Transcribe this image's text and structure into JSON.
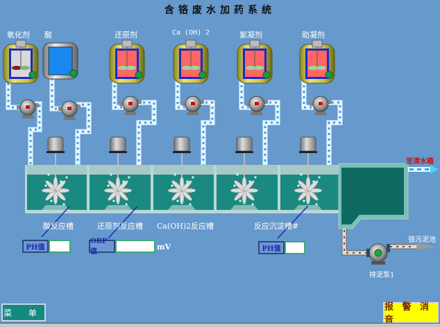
{
  "title": "含铬废水加药系统",
  "dosing_tanks": [
    {
      "label": "氧化剂",
      "type": "agitated",
      "liquid_color": "#d0d0d0"
    },
    {
      "label": "酸",
      "type": "plain",
      "liquid_color": "#1a88ee"
    },
    {
      "label": "还原剂",
      "type": "agitated",
      "liquid_color": "#ff6666"
    },
    {
      "label": "Ca (OH) 2",
      "type": "agitated",
      "liquid_color": "#ff6666"
    },
    {
      "label": "絮凝剂",
      "type": "agitated",
      "liquid_color": "#ff6666"
    },
    {
      "label": "助凝剂",
      "type": "agitated",
      "liquid_color": "#ff6666"
    }
  ],
  "reaction_tanks": [
    {
      "label": "酸反应槽"
    },
    {
      "label": "还原剂反应槽"
    },
    {
      "label": "Ca(OH)2反应槽"
    },
    {
      "label": "反应沉淀槽#"
    }
  ],
  "readings": [
    {
      "label": "PH值",
      "value": "",
      "unit": ""
    },
    {
      "label": "ORP值",
      "value": "",
      "unit": "mV"
    },
    {
      "label": "PH值",
      "value": "",
      "unit": ""
    }
  ],
  "outlets": {
    "clear_water": "至清水箱",
    "sludge_pool": "铬污泥池",
    "sludge_pump": "排泥泵1"
  },
  "buttons": {
    "menu": "菜 单",
    "alarm_silence": "报 警 消 音"
  },
  "colors": {
    "background": "#6699cc",
    "water": "#1a8a80",
    "pipe": "#a8e0ff",
    "alarm_button": "#ffff00",
    "menu_button": "#138a80"
  }
}
